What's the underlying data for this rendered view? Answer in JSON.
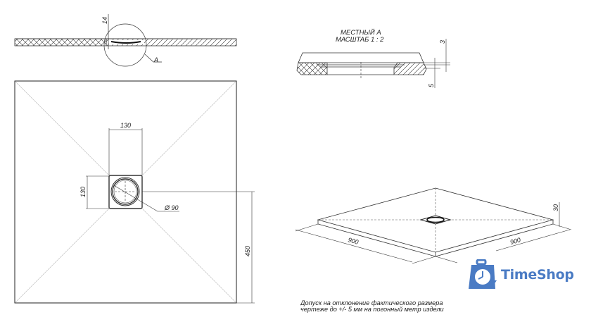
{
  "section_view": {
    "thickness_dim": "14",
    "callout_label": "A"
  },
  "detail_view": {
    "title_line1": "МЕСТНЫЙ А",
    "title_line2": "МАСШТАБ 1 : 2",
    "dim_top": "3",
    "dim_bottom": "5"
  },
  "plan_view": {
    "drain_width_dim": "130",
    "drain_height_dim": "130",
    "drain_diameter_dim": "Ø 90",
    "center_offset_dim": "450"
  },
  "iso_view": {
    "length_left_dim": "900",
    "length_right_dim": "900",
    "height_dim": "30"
  },
  "note": {
    "line1": "Допуск на отклонение фактического размера",
    "line2": "чертеже до +/- 5 мм на погонный метр издели"
  },
  "watermark": {
    "brand": "TimeShop",
    "icon": "clock-bag-icon",
    "color": "#4a7bc4"
  }
}
